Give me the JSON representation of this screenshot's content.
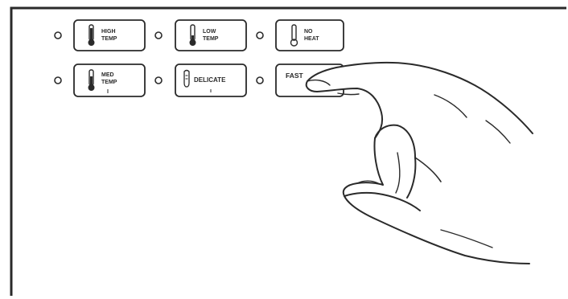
{
  "panel": {
    "buttons": [
      {
        "label_top": "HIGH",
        "label_bottom": "TEMP",
        "icon": "thermometer-high-icon"
      },
      {
        "label_top": "LOW",
        "label_bottom": "TEMP",
        "icon": "thermometer-low-icon"
      },
      {
        "label_top": "NO",
        "label_bottom": "HEAT",
        "icon": "thermometer-empty-icon"
      },
      {
        "label_top": "MED",
        "label_bottom": "TEMP",
        "icon": "thermometer-med-icon"
      },
      {
        "label_top": "DELICATE",
        "label_bottom": "",
        "icon": "delicate-icon"
      },
      {
        "label_top": "FAST",
        "label_bottom": "",
        "icon": ""
      }
    ]
  },
  "colors": {
    "line": "#2a2a2a",
    "background": "#ffffff"
  }
}
